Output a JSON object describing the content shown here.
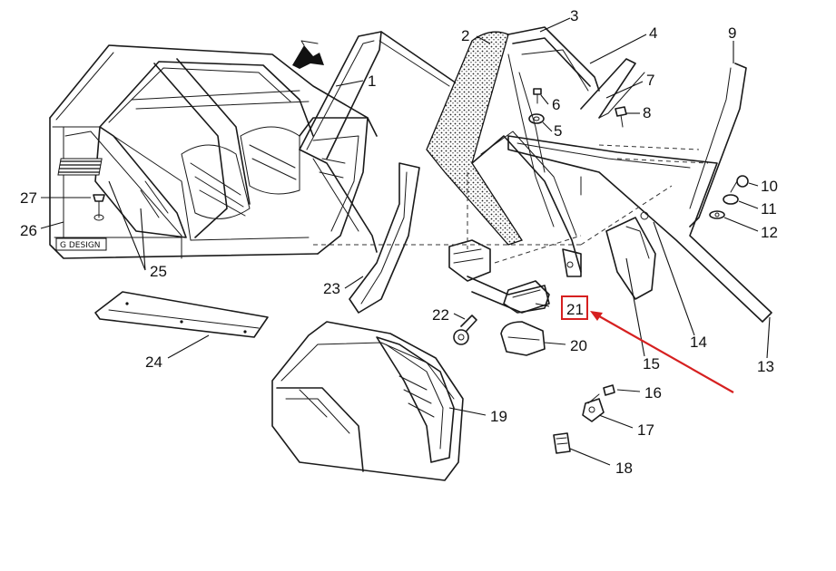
{
  "diagram": {
    "brand_text": "G DESIGN",
    "highlight_color": "#d62020",
    "callouts": {
      "c1": "1",
      "c2": "2",
      "c3": "3",
      "c4": "4",
      "c5": "5",
      "c6": "6",
      "c7": "7",
      "c8": "8",
      "c9": "9",
      "c10": "10",
      "c11": "11",
      "c12": "12",
      "c13": "13",
      "c14": "14",
      "c15": "15",
      "c16": "16",
      "c17": "17",
      "c18": "18",
      "c19": "19",
      "c20": "20",
      "c21": "21",
      "c22": "22",
      "c23": "23",
      "c24": "24",
      "c25": "25",
      "c26": "26",
      "c27": "27"
    }
  }
}
